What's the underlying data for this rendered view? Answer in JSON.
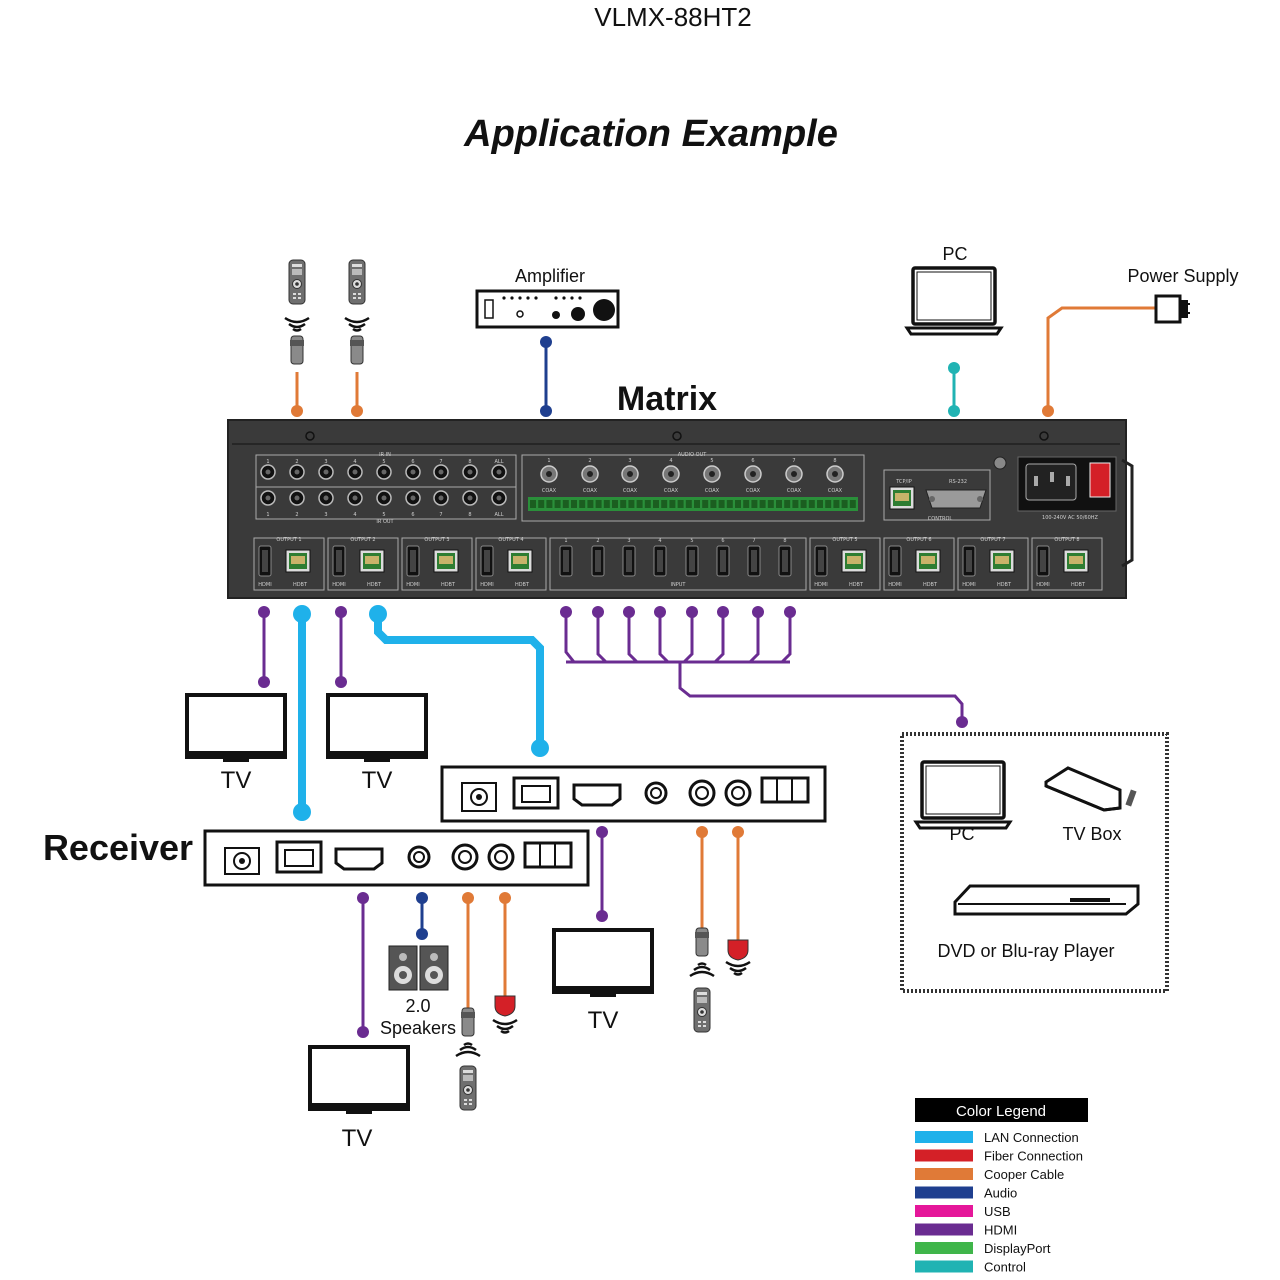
{
  "header": {
    "model": "VLMX-88HT2",
    "title": "Application Example"
  },
  "labels": {
    "matrix": "Matrix",
    "receiver": "Receiver",
    "amplifier": "Amplifier",
    "pc_top": "PC",
    "power_supply": "Power Supply",
    "tv_1": "TV",
    "tv_2": "TV",
    "tv_3": "TV",
    "tv_4": "TV",
    "speakers_line1": "2.0",
    "speakers_line2": "Speakers",
    "source_pc": "PC",
    "source_tvbox": "TV Box",
    "source_dvd": "DVD or Blu-ray Player"
  },
  "panel": {
    "ir_in": "IR IN",
    "ir_out": "IR OUT",
    "audio_out": "AUDIO OUT",
    "coax": "COAX",
    "tcpip": "TCP/IP",
    "rs232": "RS-232",
    "control": "CONTROL",
    "power_rating": "100-240V AC 50/60HZ",
    "hdmi": "HDMI",
    "hdbt": "HDBT",
    "input": "INPUT",
    "all": "ALL",
    "numbers": [
      "1",
      "2",
      "3",
      "4",
      "5",
      "6",
      "7",
      "8"
    ],
    "outputs": [
      "OUTPUT 1",
      "OUTPUT 2",
      "OUTPUT 3",
      "OUTPUT 4",
      "OUTPUT 5",
      "OUTPUT 6",
      "OUTPUT 7",
      "OUTPUT 8"
    ]
  },
  "legend": {
    "title": "Color Legend",
    "items": [
      {
        "label": "LAN Connection",
        "color": "#1fb1ea"
      },
      {
        "label": "Fiber Connection",
        "color": "#d42027"
      },
      {
        "label": "Cooper Cable",
        "color": "#e07a37"
      },
      {
        "label": "Audio",
        "color": "#1f3f8f"
      },
      {
        "label": "USB",
        "color": "#e5179a"
      },
      {
        "label": "HDMI",
        "color": "#6a2c91"
      },
      {
        "label": "DisplayPort",
        "color": "#3fb54a"
      },
      {
        "label": "Control",
        "color": "#20b3b3"
      }
    ]
  },
  "colors": {
    "lan": "#1fb1ea",
    "copper": "#e07a37",
    "audio": "#1f3f8f",
    "hdmi": "#6a2c91",
    "control": "#20b3b3",
    "fiber": "#d42027",
    "panel": "#3a3a3a"
  }
}
